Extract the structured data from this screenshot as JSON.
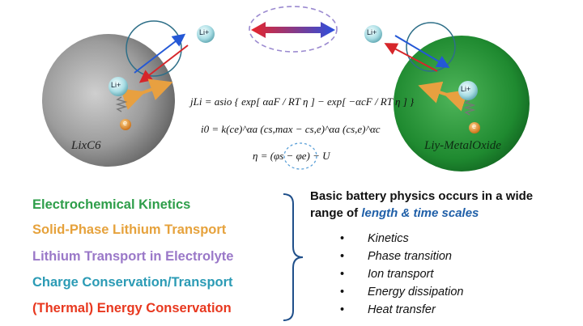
{
  "diagram": {
    "anode_label": "LixC6",
    "cathode_label": "Liy-MetalOxide",
    "ion_label": "Li+",
    "electron_label": "e",
    "equations": {
      "eq1": "jLi = asio { exp[ αaF / RT η ] − exp[ −αcF / RT η ] }",
      "eq2": "i0 = k(ce)^αa (cs,max − cs,e)^αa (cs,e)^αc",
      "eq3": "η = (φs − φe) − U"
    }
  },
  "physics_categories": [
    {
      "label": "Electrochemical Kinetics",
      "color": "#2e9e4a"
    },
    {
      "label": "Solid-Phase Lithium Transport",
      "color": "#e6a23c"
    },
    {
      "label": "Lithium Transport in Electrolyte",
      "color": "#9a78c8"
    },
    {
      "label": "Charge Conservation/Transport",
      "color": "#2b9bb5"
    },
    {
      "label": "(Thermal) Energy Conservation",
      "color": "#e8381f"
    }
  ],
  "summary": {
    "headline_part1": "Basic battery physics occurs in a wide range of ",
    "headline_emphasis": "length & time scales",
    "bullets": [
      "Kinetics",
      "Phase transition",
      "Ion transport",
      "Energy dissipation",
      "Heat transfer"
    ],
    "bullet_symbol": "•"
  }
}
